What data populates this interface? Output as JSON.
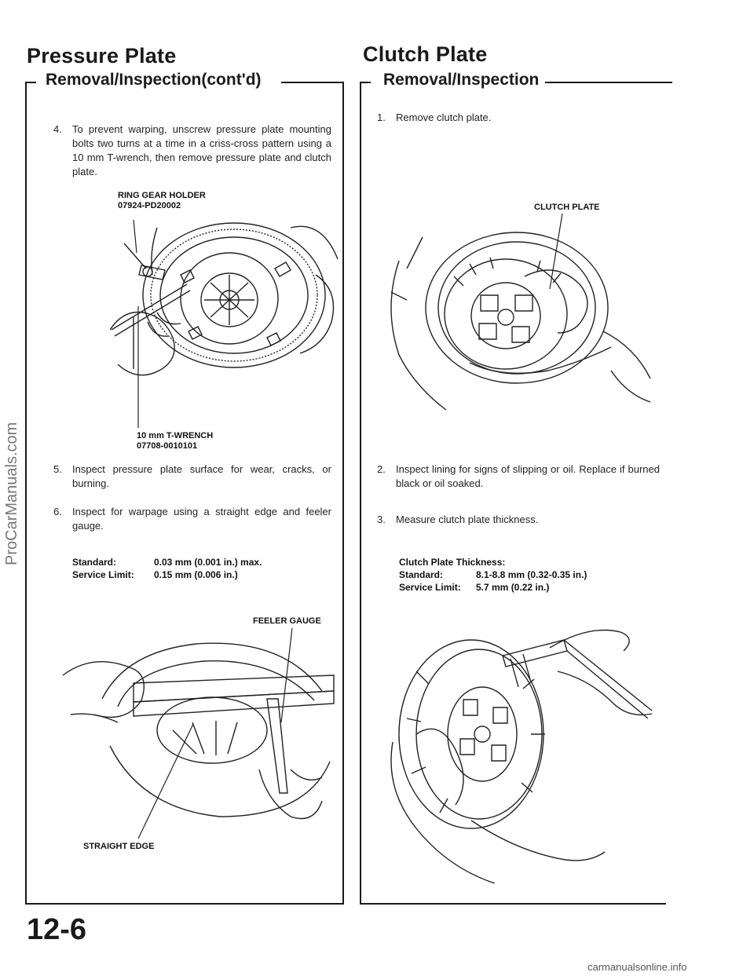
{
  "left": {
    "title": "Pressure Plate",
    "subtitle": "Removal/Inspection(cont'd)",
    "steps": [
      {
        "num": "4.",
        "text": "To prevent warping, unscrew pressure plate mounting bolts two turns at a time in a criss-cross pattern using a 10 mm T-wrench, then remove pressure plate and clutch plate."
      },
      {
        "num": "5.",
        "text": "Inspect pressure plate surface for wear, cracks, or burning."
      },
      {
        "num": "6.",
        "text": "Inspect for warpage using a straight edge and feeler gauge."
      }
    ],
    "callouts": {
      "ring_gear_holder": "RING GEAR HOLDER",
      "ring_gear_holder_pn": "07924-PD20002",
      "t_wrench": "10 mm T-WRENCH",
      "t_wrench_pn": "07708-0010101",
      "feeler_gauge": "FEELER GAUGE",
      "straight_edge": "STRAIGHT EDGE"
    },
    "spec": {
      "standard_label": "Standard:",
      "standard_value": "0.03 mm (0.001 in.) max.",
      "limit_label": "Service Limit:",
      "limit_value": "0.15 mm (0.006 in.)"
    }
  },
  "right": {
    "title": "Clutch Plate",
    "subtitle": "Removal/Inspection",
    "steps": [
      {
        "num": "1.",
        "text": "Remove clutch plate."
      },
      {
        "num": "2.",
        "text": "Inspect lining for signs of slipping or oil. Replace if burned black or oil soaked."
      },
      {
        "num": "3.",
        "text": "Measure clutch plate thickness."
      }
    ],
    "callouts": {
      "clutch_plate": "CLUTCH PLATE"
    },
    "spec": {
      "heading": "Clutch Plate Thickness:",
      "standard_label": "Standard:",
      "standard_value": "8.1-8.8 mm (0.32-0.35 in.)",
      "limit_label": "Service Limit:",
      "limit_value": "5.7 mm (0.22 in.)"
    }
  },
  "page_number": "12-6",
  "watermark_side": "ProCarManuals.com",
  "watermark_footer": "carmanualsonline.info"
}
